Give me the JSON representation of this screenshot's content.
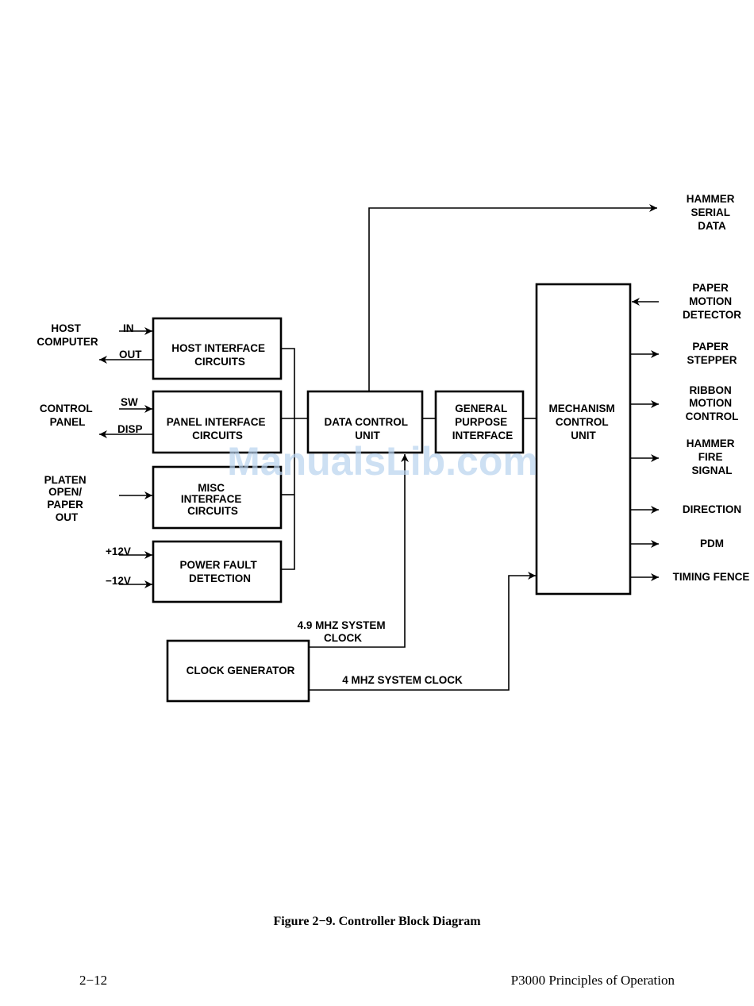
{
  "labels": {
    "host_computer": [
      "HOST",
      "COMPUTER"
    ],
    "control_panel": [
      "CONTROL",
      "PANEL"
    ],
    "platen": [
      "PLATEN",
      "OPEN/",
      "PAPER",
      "OUT"
    ],
    "in": "IN",
    "out": "OUT",
    "sw": "SW",
    "disp": "DISP",
    "plus12v": "+12V",
    "minus12v": "−12V",
    "hammer_serial_data": [
      "HAMMER",
      "SERIAL",
      "DATA"
    ],
    "paper_motion_detector": [
      "PAPER",
      "MOTION",
      "DETECTOR"
    ],
    "paper_stepper": [
      "PAPER",
      "STEPPER"
    ],
    "ribbon_motion_control": [
      "RIBBON",
      "MOTION",
      "CONTROL"
    ],
    "hammer_fire_signal": [
      "HAMMER",
      "FIRE",
      "SIGNAL"
    ],
    "direction": "DIRECTION",
    "pdm": "PDM",
    "timing_fence": "TIMING FENCE",
    "clock_49": [
      "4.9 MHZ SYSTEM",
      "CLOCK"
    ],
    "clock_4": "4 MHZ SYSTEM CLOCK"
  },
  "blocks": {
    "host_interface": [
      "HOST INTERFACE",
      "CIRCUITS"
    ],
    "panel_interface": [
      "PANEL INTERFACE",
      "CIRCUITS"
    ],
    "misc_interface": [
      "MISC",
      "INTERFACE",
      "CIRCUITS"
    ],
    "power_fault": [
      "POWER FAULT",
      "DETECTION"
    ],
    "data_control": [
      "DATA CONTROL",
      "UNIT"
    ],
    "general_purpose": [
      "GENERAL",
      "PURPOSE",
      "INTERFACE"
    ],
    "mechanism_control": [
      "MECHANISM",
      "CONTROL",
      "UNIT"
    ],
    "clock_generator": [
      "CLOCK GENERATOR"
    ]
  },
  "watermark": "ManualsLib.com",
  "caption": "Figure 2−9. Controller Block Diagram",
  "footer": {
    "page": "2−12",
    "title": "P3000 Principles of Operation"
  }
}
